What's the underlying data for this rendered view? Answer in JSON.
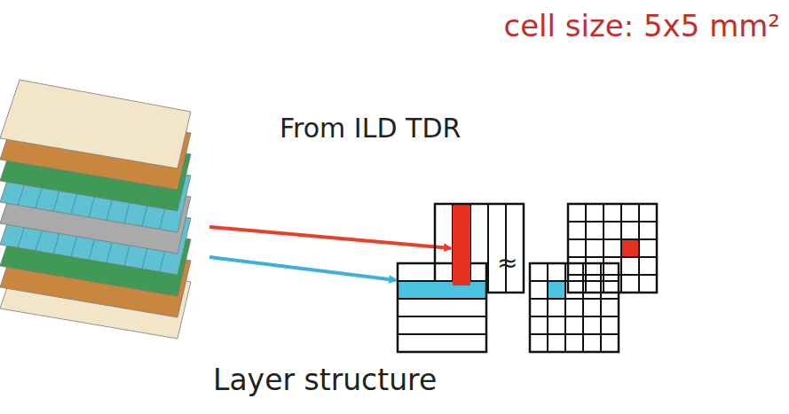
{
  "diagram": {
    "labels": [
      "cell size: 5x5 mm²",
      "From ILD TDR",
      "≈",
      "Layer structure"
    ]
  }
}
